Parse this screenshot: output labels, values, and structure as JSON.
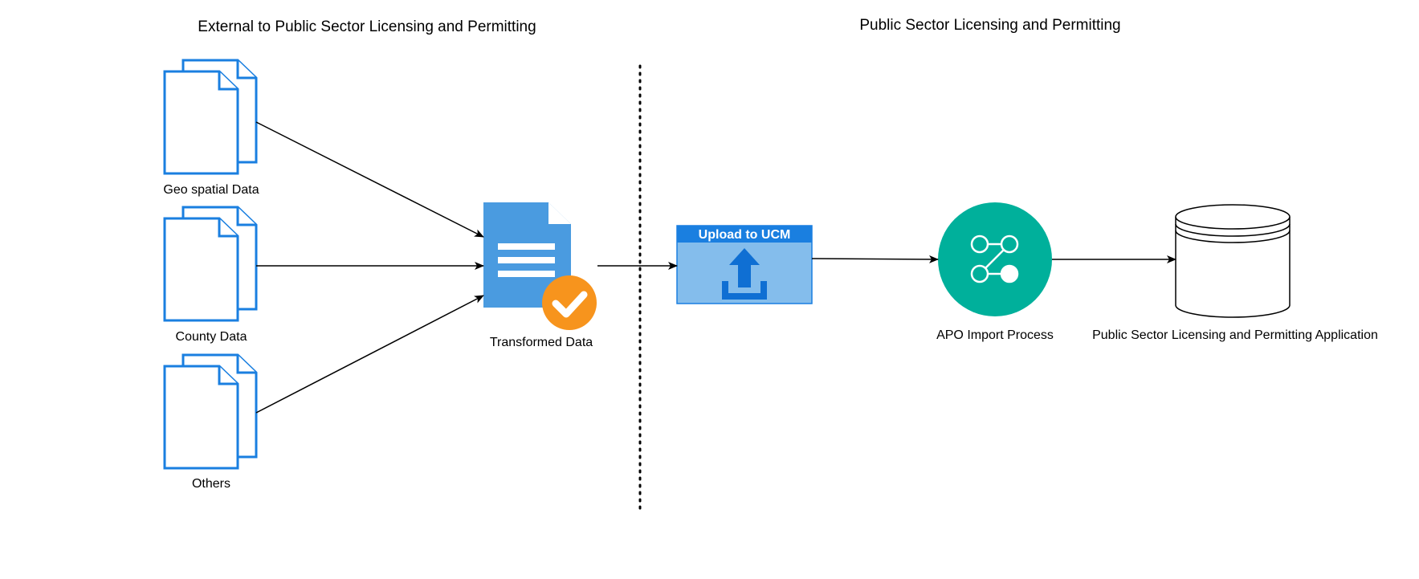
{
  "sections": {
    "external_title": "External to Public Sector Licensing and Permitting",
    "internal_title": "Public Sector Licensing and Permitting"
  },
  "sources": [
    {
      "label": "Geo spatial Data",
      "icon": "document-stack-icon"
    },
    {
      "label": "County Data",
      "icon": "document-stack-icon"
    },
    {
      "label": "Others",
      "icon": "document-stack-icon"
    }
  ],
  "transformed": {
    "label": "Transformed Data",
    "icon": "document-check-icon"
  },
  "upload": {
    "label": "Upload to UCM",
    "icon": "upload-icon"
  },
  "import_process": {
    "label": "APO Import Process",
    "icon": "workflow-icon"
  },
  "application": {
    "label": "Public Sector Licensing and Permitting Application",
    "icon": "database-icon"
  },
  "colors": {
    "doc_outline": "#1a7fe0",
    "doc_fill": "#4a9be0",
    "check_badge": "#f7941d",
    "upload_header": "#1a7fe0",
    "upload_body": "#84bdec",
    "upload_arrow": "#0f6fd3",
    "process_circle": "#00b09b",
    "line": "#000000"
  }
}
